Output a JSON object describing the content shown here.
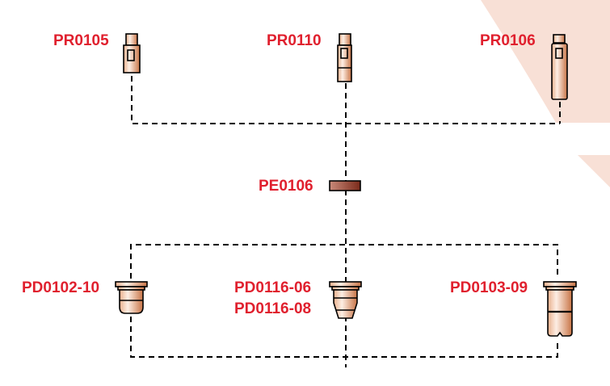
{
  "colors": {
    "label": "#e0202e",
    "background_shape": "#f8e0d6",
    "copper_light": "#fbe6d8",
    "copper_dark": "#c8784a",
    "line": "#000000"
  },
  "electrodes": [
    {
      "code": "PR0105"
    },
    {
      "code": "PR0110"
    },
    {
      "code": "PR0106"
    }
  ],
  "swirl_ring": {
    "code": "PE0106"
  },
  "nozzles": [
    {
      "codes": [
        "PD0102-10"
      ]
    },
    {
      "codes": [
        "PD0116-06",
        "PD0116-08"
      ]
    },
    {
      "codes": [
        "PD0103-09"
      ]
    }
  ]
}
